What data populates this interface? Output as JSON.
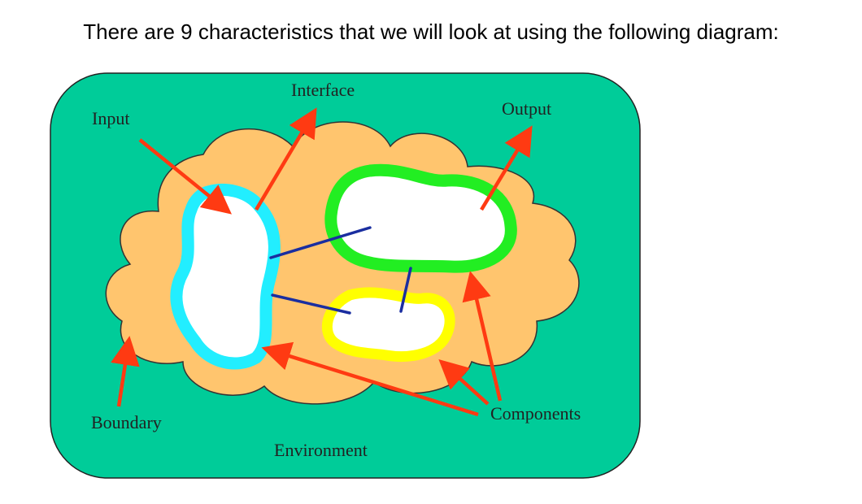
{
  "heading": "There are 9 characteristics that we will look at using the following diagram:",
  "diagram": {
    "labels": {
      "input": "Input",
      "interface": "Interface",
      "output": "Output",
      "boundary": "Boundary",
      "environment": "Environment",
      "components": "Components"
    },
    "colors": {
      "environment": "#00CC99",
      "system": "#FFC56E",
      "arrow": "#FF3A12",
      "component_a_ring": "#22EEFF",
      "component_b_ring": "#22EE22",
      "component_c_ring": "#FFFF00",
      "connector": "#1A2EA0"
    }
  }
}
